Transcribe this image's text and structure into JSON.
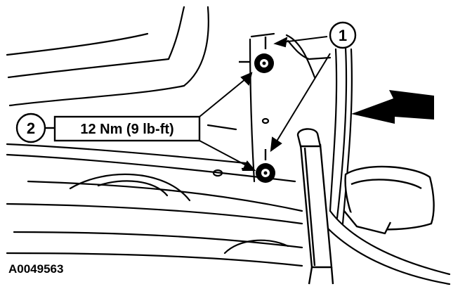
{
  "callouts": {
    "fastener": "1",
    "torque": "2"
  },
  "torque_spec": "12 Nm (9 lb-ft)",
  "figure_id": "A0049563",
  "colors": {
    "ink": "#000000",
    "paper": "#ffffff"
  }
}
